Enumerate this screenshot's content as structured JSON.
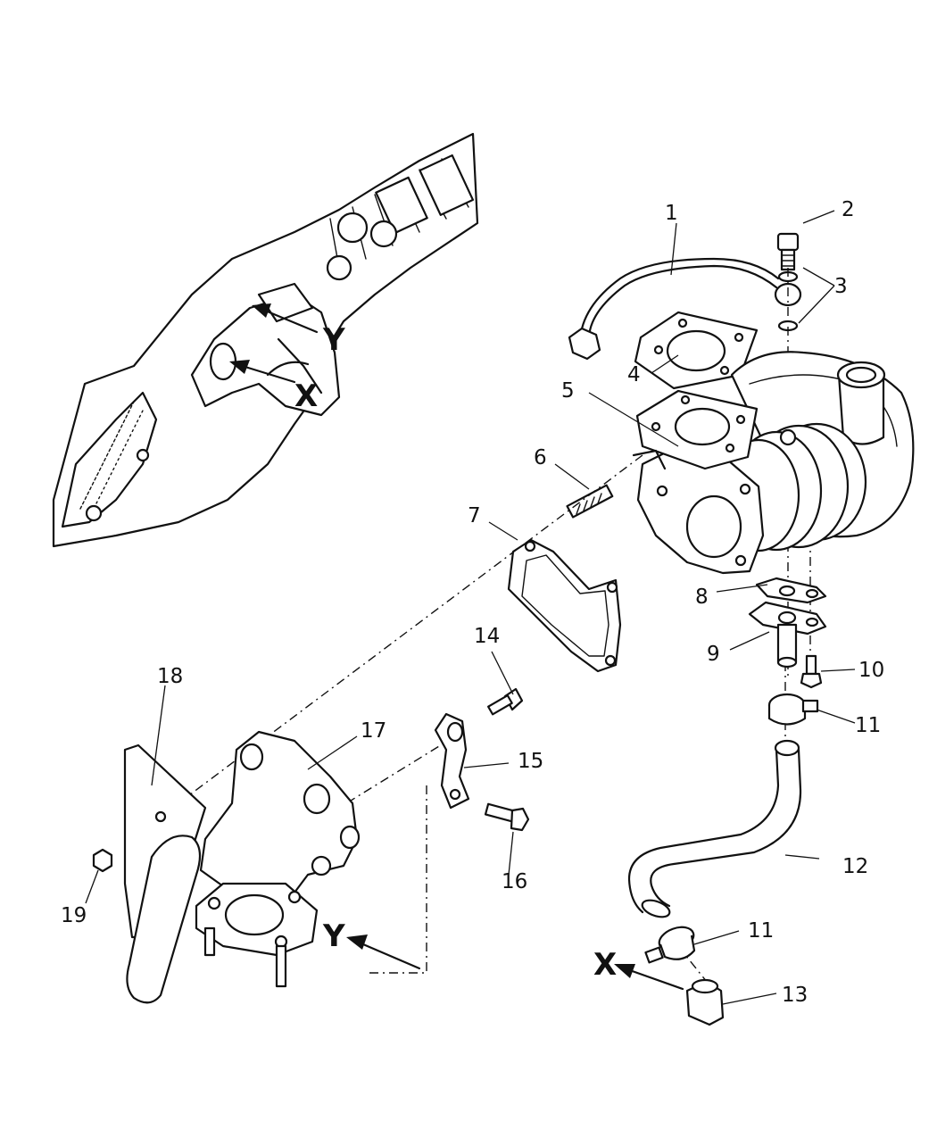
{
  "callouts": {
    "c1": "1",
    "c2": "2",
    "c3a": "3",
    "c3b": "3",
    "c4": "4",
    "c5": "5",
    "c6": "6",
    "c7": "7",
    "c8": "8",
    "c9": "9",
    "c10": "10",
    "c11a": "11",
    "c11b": "11",
    "c12": "12",
    "c13": "13",
    "c14": "14",
    "c15": "15",
    "c16": "16",
    "c17": "17",
    "c18": "18",
    "c19": "19"
  },
  "view_markers": {
    "engine_y": "Y",
    "engine_x": "X",
    "elbow_y": "Y",
    "drain_x": "X"
  },
  "icons": [
    "arrow-icon"
  ],
  "colors": {
    "ink": "#111111",
    "paper": "#ffffff"
  }
}
